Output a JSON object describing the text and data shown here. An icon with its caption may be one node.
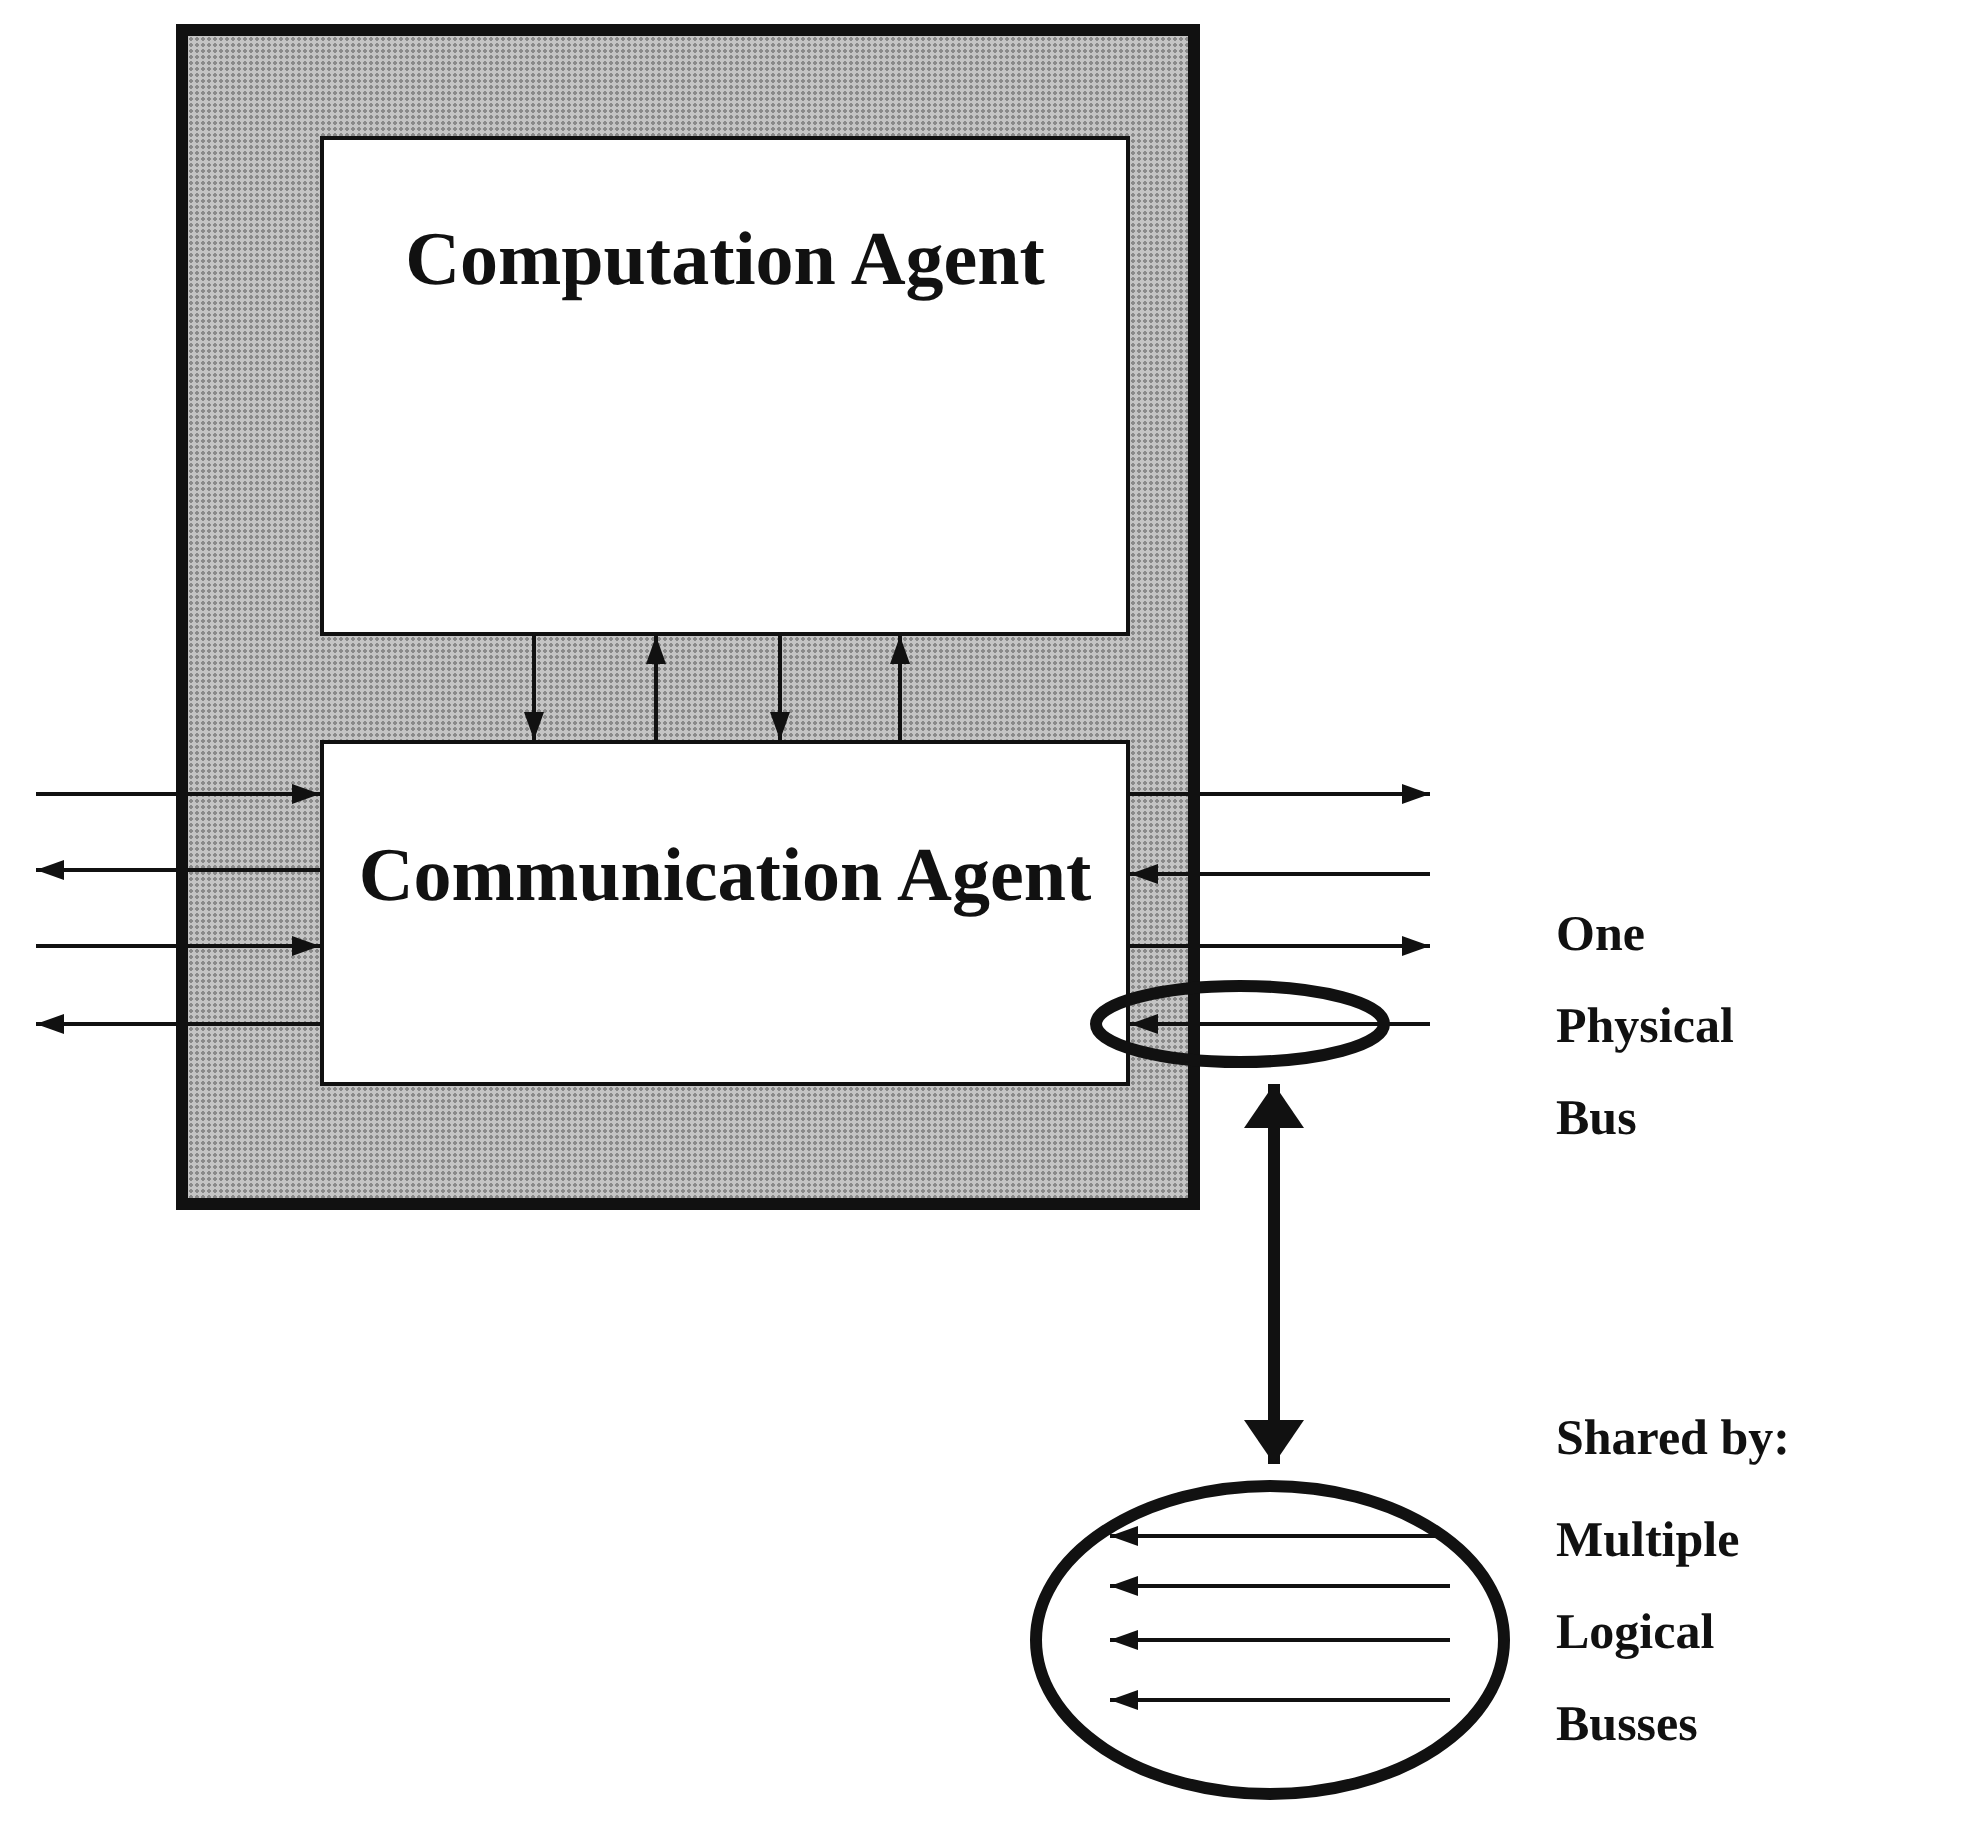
{
  "diagram": {
    "nodes": [
      {
        "text": [],
        "shape": "box"
      },
      {
        "text": [
          "Computation Agent"
        ],
        "in": 0
      },
      {
        "text": [
          "Communication Agent"
        ],
        "in": 0
      },
      {
        "text": [],
        "shape": "ellipse",
        "beside": [
          "One Physical Bus"
        ]
      },
      {
        "text": [],
        "shape": "ellipse",
        "beside": [
          "Multiple Logical Busses"
        ]
      }
    ],
    "edges": [
      {
        "from": 1,
        "to": 2,
        "arrow": "to"
      },
      {
        "from": 2,
        "to": 1,
        "arrow": "to"
      },
      {
        "from": 1,
        "to": 2,
        "arrow": "to"
      },
      {
        "from": 2,
        "to": 1,
        "arrow": "to"
      },
      {
        "from": null,
        "to": 2,
        "arrow": "to"
      },
      {
        "from": 2,
        "to": null,
        "arrow": "to"
      },
      {
        "from": null,
        "to": 2,
        "arrow": "to"
      },
      {
        "from": 2,
        "to": null,
        "arrow": "to"
      },
      {
        "from": 2,
        "to": null,
        "arrow": "to"
      },
      {
        "from": null,
        "to": 2,
        "arrow": "to"
      },
      {
        "from": 2,
        "to": null,
        "arrow": "to"
      },
      {
        "from": null,
        "to": 2,
        "arrow": "to"
      },
      {
        "from": 3,
        "to": 4,
        "arrow": "both",
        "style": "thick"
      }
    ],
    "labels": [
      "Shared by:"
    ]
  }
}
